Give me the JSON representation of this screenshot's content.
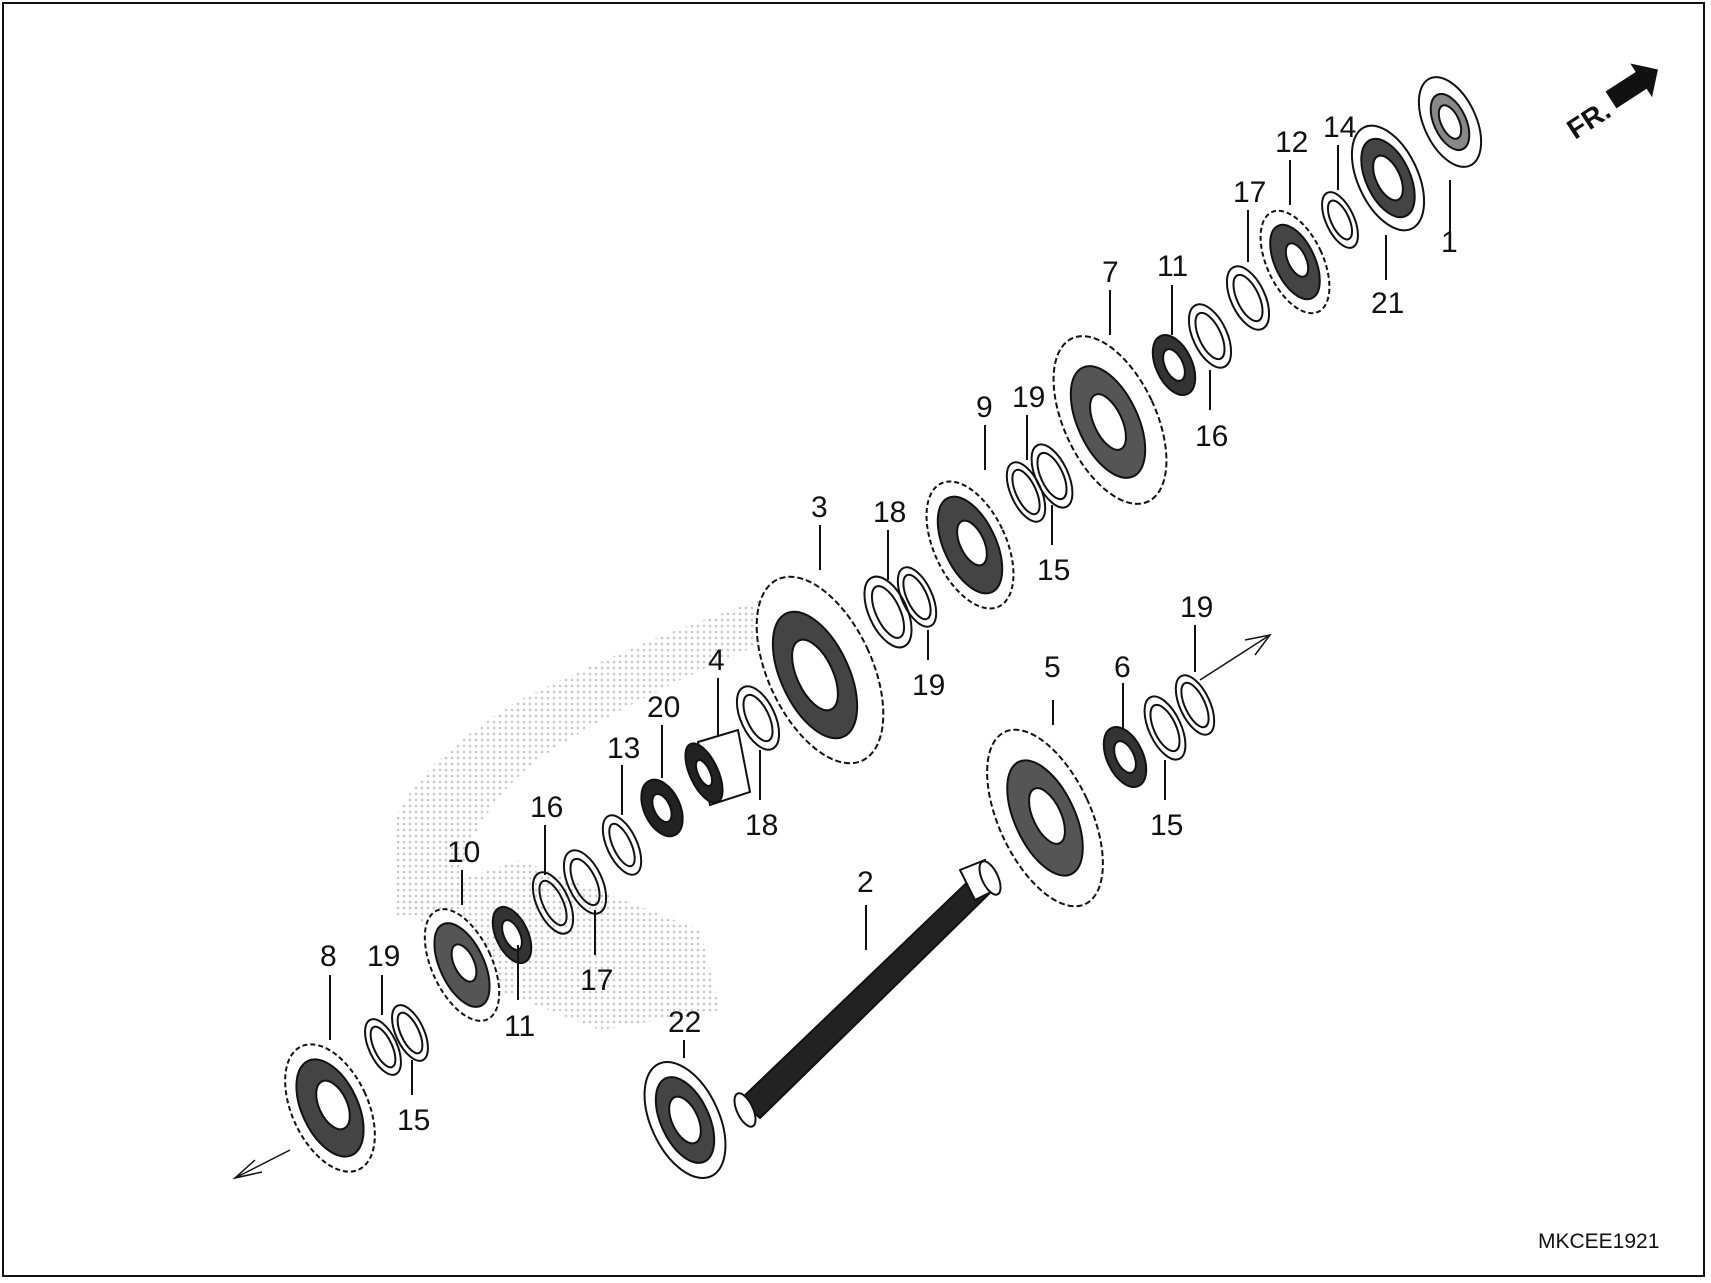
{
  "diagram": {
    "code": "MKCEE1921",
    "front_indicator": "FR.",
    "callouts": {
      "c1": "1",
      "c2": "2",
      "c3": "3",
      "c4": "4",
      "c5": "5",
      "c6": "6",
      "c7": "7",
      "c8": "8",
      "c9": "9",
      "c10": "10",
      "c11a": "11",
      "c11b": "11",
      "c12": "12",
      "c13": "13",
      "c14": "14",
      "c15a": "15",
      "c15b": "15",
      "c15c": "15",
      "c16a": "16",
      "c16b": "16",
      "c17a": "17",
      "c17b": "17",
      "c18a": "18",
      "c18b": "18",
      "c19a": "19",
      "c19b": "19",
      "c19c": "19",
      "c19d": "19",
      "c20": "20",
      "c21": "21",
      "c22": "22"
    }
  },
  "colors": {
    "line": "#111111",
    "background": "#ffffff",
    "watermark": "#cfcfcf"
  }
}
